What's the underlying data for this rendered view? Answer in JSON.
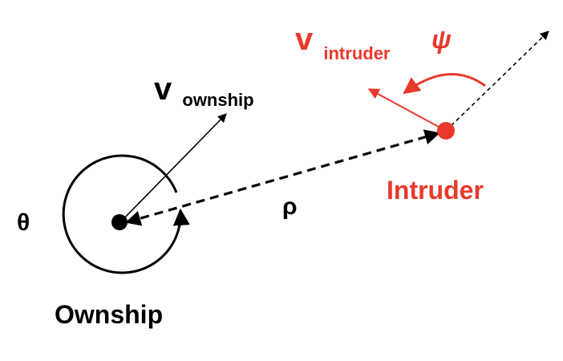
{
  "colors": {
    "ownship": "#000000",
    "intruder": "#e8392b",
    "background": "#ffffff"
  },
  "labels": {
    "theta": "θ",
    "rho": "ρ",
    "psi": "ψ",
    "v_ownship_main": "v",
    "v_ownship_sub": "ownship",
    "v_intruder_main": "v",
    "v_intruder_sub": "intruder",
    "ownship": "Ownship",
    "intruder": "Intruder"
  }
}
